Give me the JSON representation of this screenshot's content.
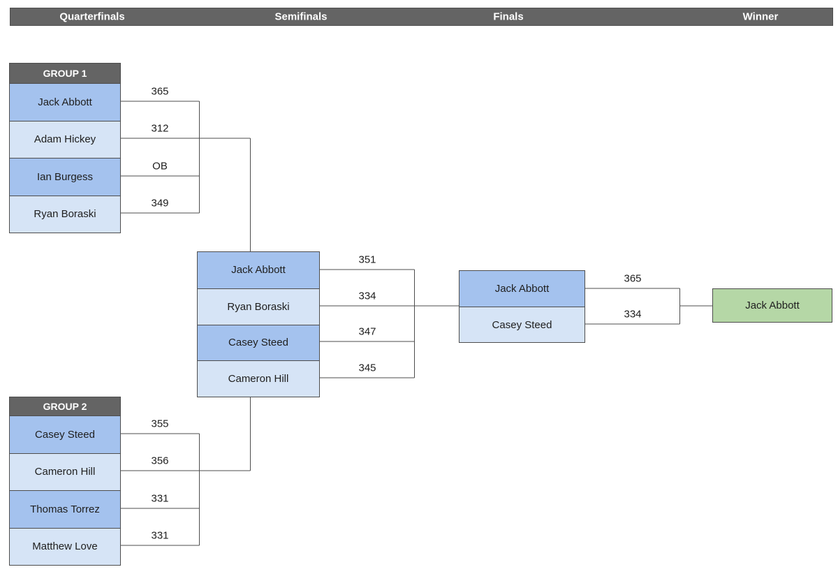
{
  "header": {
    "columns": [
      "Quarterfinals",
      "Semifinals",
      "Finals",
      "Winner"
    ]
  },
  "quarterfinals": {
    "groups": [
      {
        "title": "GROUP 1",
        "players": [
          {
            "name": "Jack Abbott",
            "score": "365"
          },
          {
            "name": "Adam Hickey",
            "score": "312"
          },
          {
            "name": "Ian Burgess",
            "score": "OB"
          },
          {
            "name": "Ryan Boraski",
            "score": "349"
          }
        ]
      },
      {
        "title": "GROUP 2",
        "players": [
          {
            "name": "Casey Steed",
            "score": "355"
          },
          {
            "name": "Cameron Hill",
            "score": "356"
          },
          {
            "name": "Thomas Torrez",
            "score": "331"
          },
          {
            "name": "Matthew Love",
            "score": "331"
          }
        ]
      }
    ]
  },
  "semifinals": {
    "players": [
      {
        "name": "Jack Abbott",
        "score": "351"
      },
      {
        "name": "Ryan Boraski",
        "score": "334"
      },
      {
        "name": "Casey Steed",
        "score": "347"
      },
      {
        "name": "Cameron Hill",
        "score": "345"
      }
    ]
  },
  "finals": {
    "players": [
      {
        "name": "Jack Abbott",
        "score": "365"
      },
      {
        "name": "Casey Steed",
        "score": "334"
      }
    ]
  },
  "winner": {
    "name": "Jack Abbott"
  },
  "colors": {
    "header_bg": "#646464",
    "header_text": "#ffffff",
    "row_dark": "#a4c2ee",
    "row_light": "#d6e4f6",
    "winner_bg": "#b5d7a6",
    "border": "#4d4d4d",
    "line": "#4d4d4d",
    "text": "#202020"
  }
}
